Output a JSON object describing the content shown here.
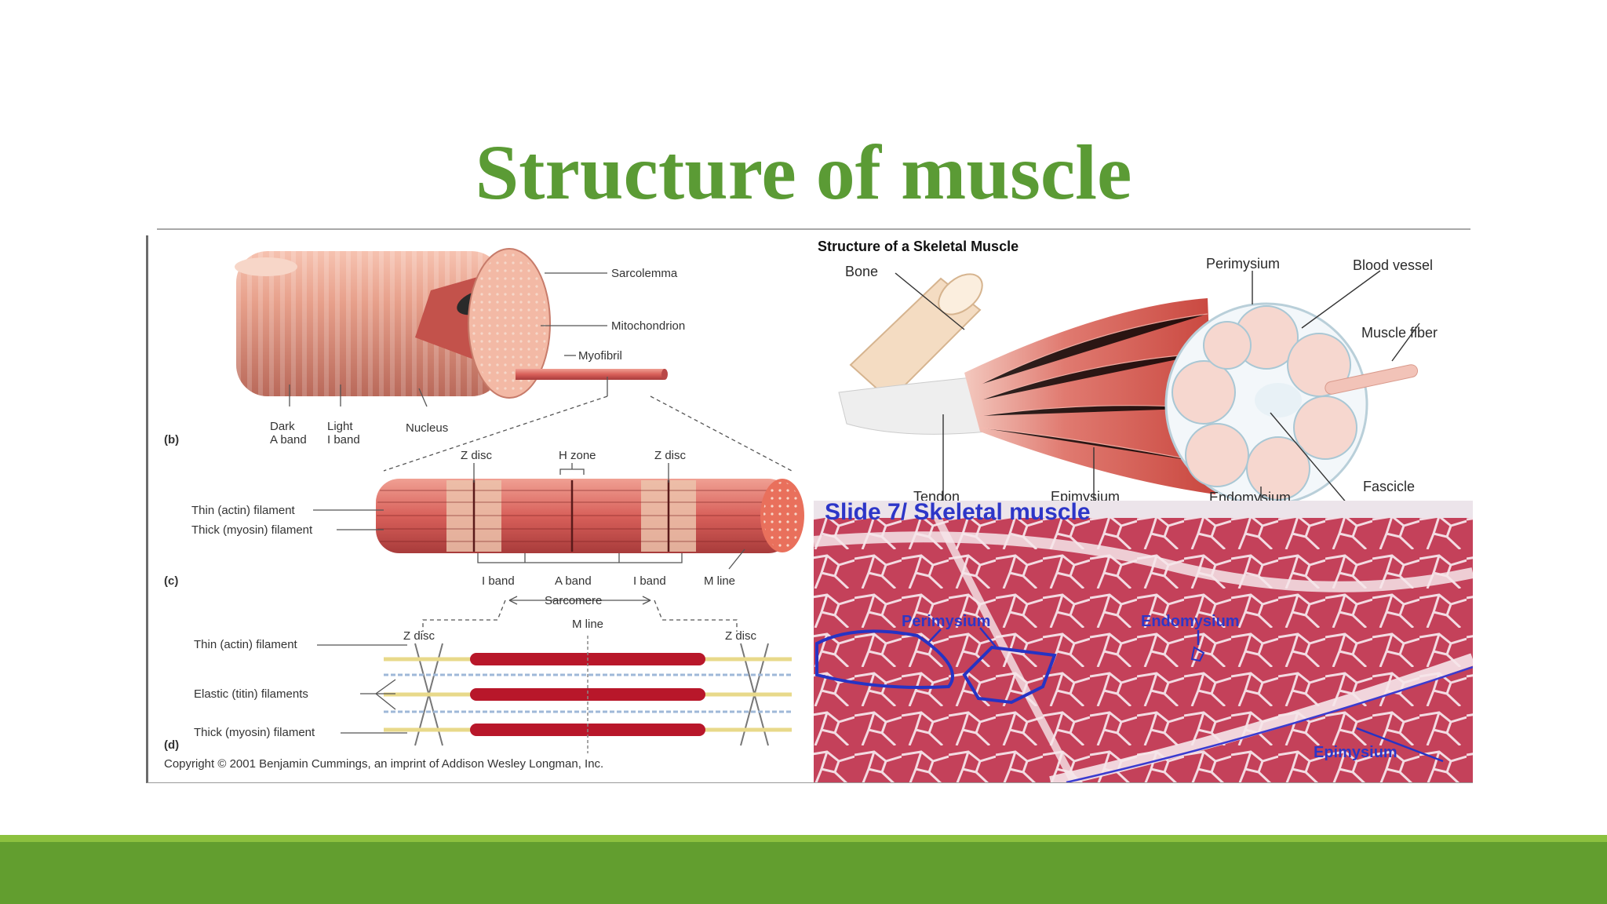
{
  "slide": {
    "title": "Structure of muscle"
  },
  "fiber_diagram": {
    "panel_b": "(b)",
    "panel_c": "(c)",
    "panel_d": "(d)",
    "sarcolemma": "Sarcolemma",
    "mitochondrion": "Mitochondrion",
    "myofibril": "Myofibril",
    "dark_a_band_1": "Dark",
    "dark_a_band_2": "A band",
    "light_i_band_1": "Light",
    "light_i_band_2": "I band",
    "nucleus": "Nucleus",
    "z_disc_left": "Z disc",
    "h_zone": "H zone",
    "z_disc_right": "Z disc",
    "thin_filament": "Thin (actin) filament",
    "thick_filament": "Thick (myosin) filament",
    "i_band_left": "I band",
    "a_band": "A band",
    "i_band_right": "I band",
    "m_line": "M line",
    "sarcomere": "Sarcomere",
    "m_line_d": "M line",
    "z_disc_d_left": "Z disc",
    "z_disc_d_right": "Z disc",
    "thin_filament_d": "Thin (actin) filament",
    "elastic_filaments": "Elastic (titin) filaments",
    "thick_filament_d": "Thick (myosin) filament",
    "copyright": "Copyright © 2001 Benjamin Cummings, an imprint of Addison Wesley Longman, Inc."
  },
  "skeletal_diagram": {
    "heading": "Structure of a Skeletal Muscle",
    "bone": "Bone",
    "perimysium": "Perimysium",
    "blood_vessel": "Blood vessel",
    "muscle_fiber": "Muscle fiber",
    "tendon": "Tendon",
    "epimysium": "Epimysium",
    "endomysium": "Endomysium",
    "fascicle": "Fascicle"
  },
  "histology": {
    "slide_caption": "Slide 7/ Skeletal muscle",
    "perimysium": "Perimysium",
    "endomysium": "Endomysium",
    "epimysium": "Epimysium"
  }
}
